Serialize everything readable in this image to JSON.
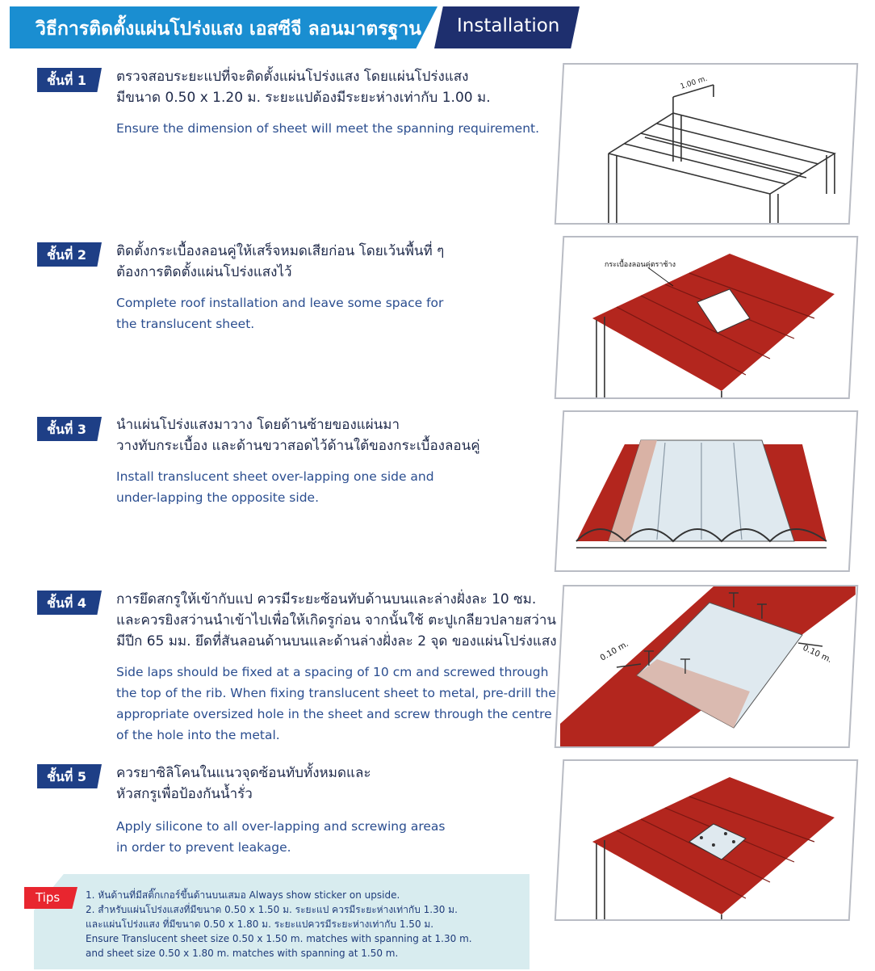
{
  "header": {
    "title_th": "วิธีการติดตั้งแผ่นโปร่งแสง เอสซีจี ลอนมาตรฐาน",
    "title_en": "Installation"
  },
  "steps": [
    {
      "label": "ชั้นที่ 1",
      "th": [
        "ตรวจสอบระยะแปที่จะติดตั้งแผ่นโปร่งแสง โดยแผ่นโปร่งแสง",
        "มีขนาด 0.50 x 1.20 ม. ระยะแปต้องมีระยะห่างเท่ากับ 1.00 ม."
      ],
      "en": [
        "Ensure the dimension of sheet will meet the spanning requirement."
      ],
      "figure_label": "1.00 m."
    },
    {
      "label": "ชั้นที่ 2",
      "th": [
        "ติดตั้งกระเบื้องลอนคู่ให้เสร็จหมดเสียก่อน โดยเว้นพื้นที่ ๆ",
        "ต้องการติดตั้งแผ่นโปร่งแสงไว้"
      ],
      "en": [
        "Complete roof installation and leave some space for",
        "the translucent sheet."
      ],
      "figure_label": "กระเบื้องลอนคู่ตราช้าง"
    },
    {
      "label": "ชั้นที่ 3",
      "th": [
        "นำแผ่นโปร่งแสงมาวาง โดยด้านซ้ายของแผ่นมา",
        "วางทับกระเบื้อง และด้านขวาสอดไว้ด้านใต้ของกระเบื้องลอนคู่"
      ],
      "en": [
        "Install translucent sheet over-lapping one side and",
        "under-lapping the opposite side."
      ]
    },
    {
      "label": "ชั้นที่ 4",
      "th": [
        "การยึดสกรูให้เข้ากับแป ควรมีระยะซ้อนทับด้านบนและล่างฝั่งละ 10 ซม.",
        "และควรยิงสว่านนำเข้าไปเพื่อให้เกิดรูก่อน จากนั้นใช้ ตะปูเกลียวปลายสว่าน",
        "มีปีก 65 มม. ยึดที่สันลอนด้านบนและด้านล่างฝั่งละ 2 จุด ของแผ่นโปร่งแสง"
      ],
      "en": [
        "Side laps should be fixed at a spacing of 10 cm and screwed through",
        "the top of the rib. When fixing translucent sheet to metal, pre-drill the",
        "appropriate oversized hole in the sheet and screw through the centre",
        "of the hole into the metal."
      ],
      "figure_label_left": "0.10 m.",
      "figure_label_right": "0.10 m."
    },
    {
      "label": "ชั้นที่ 5",
      "th": [
        "ควรยาซิลิโคนในแนวจุดซ้อนทับทั้งหมดและ",
        "หัวสกรูเพื่อป้องกันน้ำรั่ว"
      ],
      "en": [
        "Apply silicone to all over-lapping and screwing areas",
        "in order to prevent leakage."
      ]
    }
  ],
  "tips": {
    "label": "Tips",
    "lines": [
      "1.   หันด้านที่มีสติ๊กเกอร์ขึ้นด้านบนเสมอ Always show sticker on upside.",
      "2.   สำหรับแผ่นโปร่งแสงที่มีขนาด 0.50 x 1.50 ม. ระยะแป ควรมีระยะห่างเท่ากับ 1.30 ม.",
      "       และแผ่นโปร่งแสง ที่มีขนาด 0.50 x 1.80 ม. ระยะแปควรมีระยะห่างเท่ากับ 1.50 ม.",
      "       Ensure Translucent sheet size 0.50 x 1.50 m. matches with spanning at 1.30 m.",
      "       and sheet size 0.50 x 1.80 m. matches with spanning at 1.50 m."
    ]
  },
  "colors": {
    "title_blue": "#1a8ed1",
    "navy": "#1e2f6e",
    "tile_red": "#b3261e",
    "translucent": "#dfe9ef",
    "tips_bg": "#d8ecef",
    "tips_red": "#e8262f"
  }
}
